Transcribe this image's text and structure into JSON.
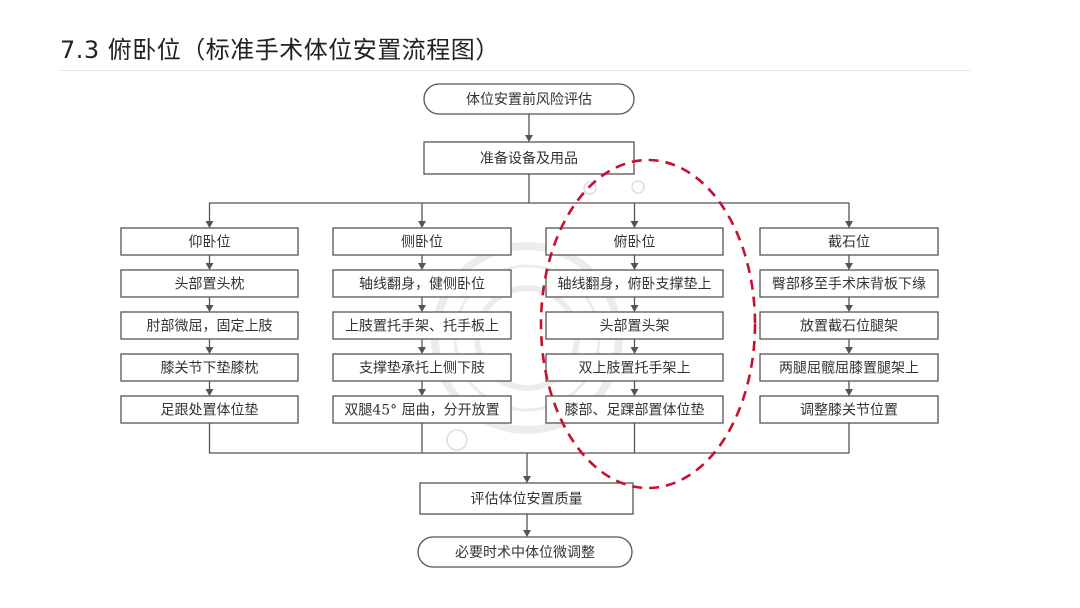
{
  "title": "7.3 俯卧位（标准手术体位安置流程图）",
  "flow": {
    "start": "体位安置前风险评估",
    "prepare": "准备设备及用品",
    "columns": [
      {
        "header": "仰卧位",
        "steps": [
          "头部置头枕",
          "肘部微屈，固定上肢",
          "膝关节下垫膝枕",
          "足跟处置体位垫"
        ]
      },
      {
        "header": "侧卧位",
        "steps": [
          "轴线翻身，健侧卧位",
          "上肢置托手架、托手板上",
          "支撑垫承托上侧下肢",
          "双腿45° 屈曲，分开放置"
        ]
      },
      {
        "header": "俯卧位",
        "steps": [
          "轴线翻身，俯卧支撑垫上",
          "头部置头架",
          "双上肢置托手架上",
          "膝部、足踝部置体位垫"
        ]
      },
      {
        "header": "截石位",
        "steps": [
          "臀部移至手术床背板下缘",
          "放置截石位腿架",
          "两腿屈髋屈膝置腿架上",
          "调整膝关节位置"
        ]
      }
    ],
    "evaluate": "评估体位安置质量",
    "end": "必要时术中体位微调整"
  },
  "colors": {
    "line": "#555555",
    "highlight": "#c8102e",
    "title": "#222222"
  }
}
